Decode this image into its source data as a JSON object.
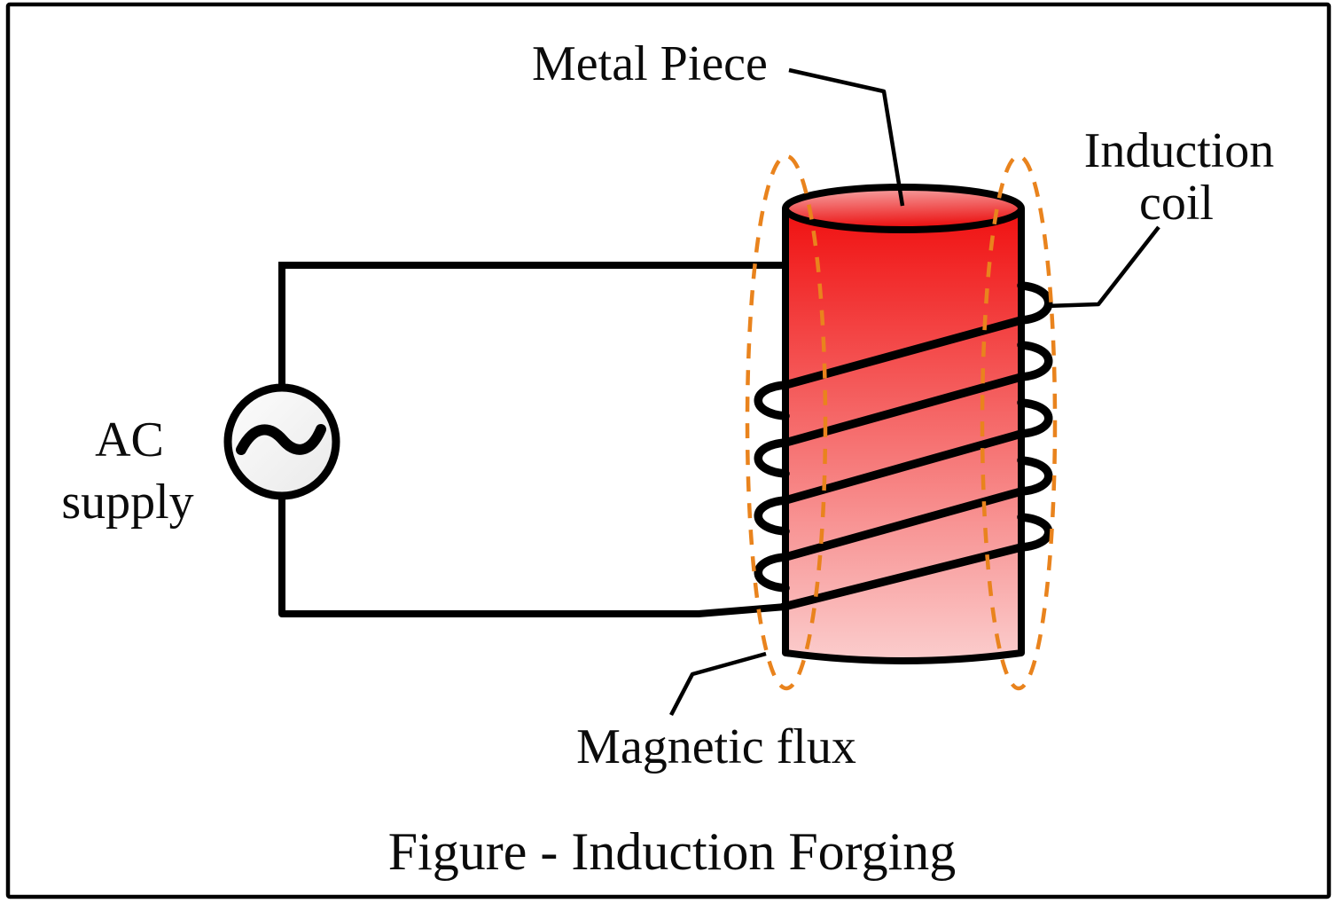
{
  "figure_caption": "Figure - Induction Forging",
  "labels": {
    "metal_piece": "Metal Piece",
    "induction_coil": [
      "Induction",
      "coil"
    ],
    "ac_supply": [
      "AC",
      "supply"
    ],
    "magnetic_flux": "Magnetic flux"
  },
  "colors": {
    "line_black": "#000000",
    "flux_dash_orange": "#E9831D",
    "cylinder_body_top": "#F01010",
    "cylinder_body_bottom": "#FBCDCD",
    "cylinder_topface_light": "#F7ADAD",
    "cylinder_topface_dark": "#EB0E0E",
    "ac_source_fill_light": "#FDFDFD",
    "ac_source_fill_dark": "#E9E9E9"
  }
}
